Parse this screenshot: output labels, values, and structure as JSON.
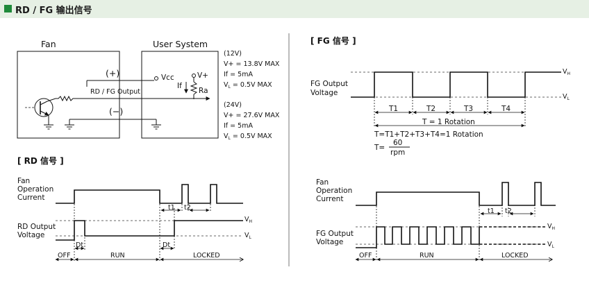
{
  "header": {
    "title": "RD / FG 输出信号"
  },
  "circuit": {
    "fan_label": "Fan",
    "user_system_label": "User System",
    "plus_label": "(+)",
    "minus_label": "(−)",
    "line_label": "RD / FG Output",
    "vcc_label": "Vcc",
    "vplus_label": "V+",
    "if_label": "If",
    "ra_label": "Ra",
    "spec_12v": {
      "title": "(12V)",
      "vplus": "V+ = 13.8V MAX",
      "if": "If    = 5mA",
      "vl": "V = 0.5V MAX"
    },
    "spec_24v": {
      "title": "(24V)",
      "vplus": "V+ = 27.6V MAX",
      "if": "If    = 5mA",
      "vl": "V = 0.5V MAX"
    }
  },
  "rd": {
    "title": "[ RD 信号 ]",
    "current_label": [
      "Fan",
      "Operation",
      "Current"
    ],
    "output_label": [
      "RD Output",
      "Voltage"
    ],
    "vh": "V",
    "vl": "V",
    "t1": "t1",
    "t2": "t2",
    "dt1": "Dt",
    "dt2": "Dt",
    "off": "OFF",
    "run": "RUN",
    "locked": "LOCKED"
  },
  "fg": {
    "title": "[ FG 信号 ]",
    "output_label": [
      "FG Output",
      "Voltage"
    ],
    "vh": "V",
    "vl": "V",
    "periods": [
      "T1",
      "T2",
      "T3",
      "T4"
    ],
    "rotation": "T = 1 Rotation",
    "formula": "T=T1+T2+T3+T4=1 Rotation",
    "t_eq": "T=",
    "numerator": "60",
    "denominator": "rpm"
  },
  "fg2": {
    "current_label": [
      "Fan",
      "Operation",
      "Current"
    ],
    "output_label": [
      "FG Output",
      "Voltage"
    ],
    "vh": "V",
    "vl": "V",
    "t1": "t1",
    "t2": "t2",
    "off": "OFF",
    "run": "RUN",
    "locked": "LOCKED"
  }
}
